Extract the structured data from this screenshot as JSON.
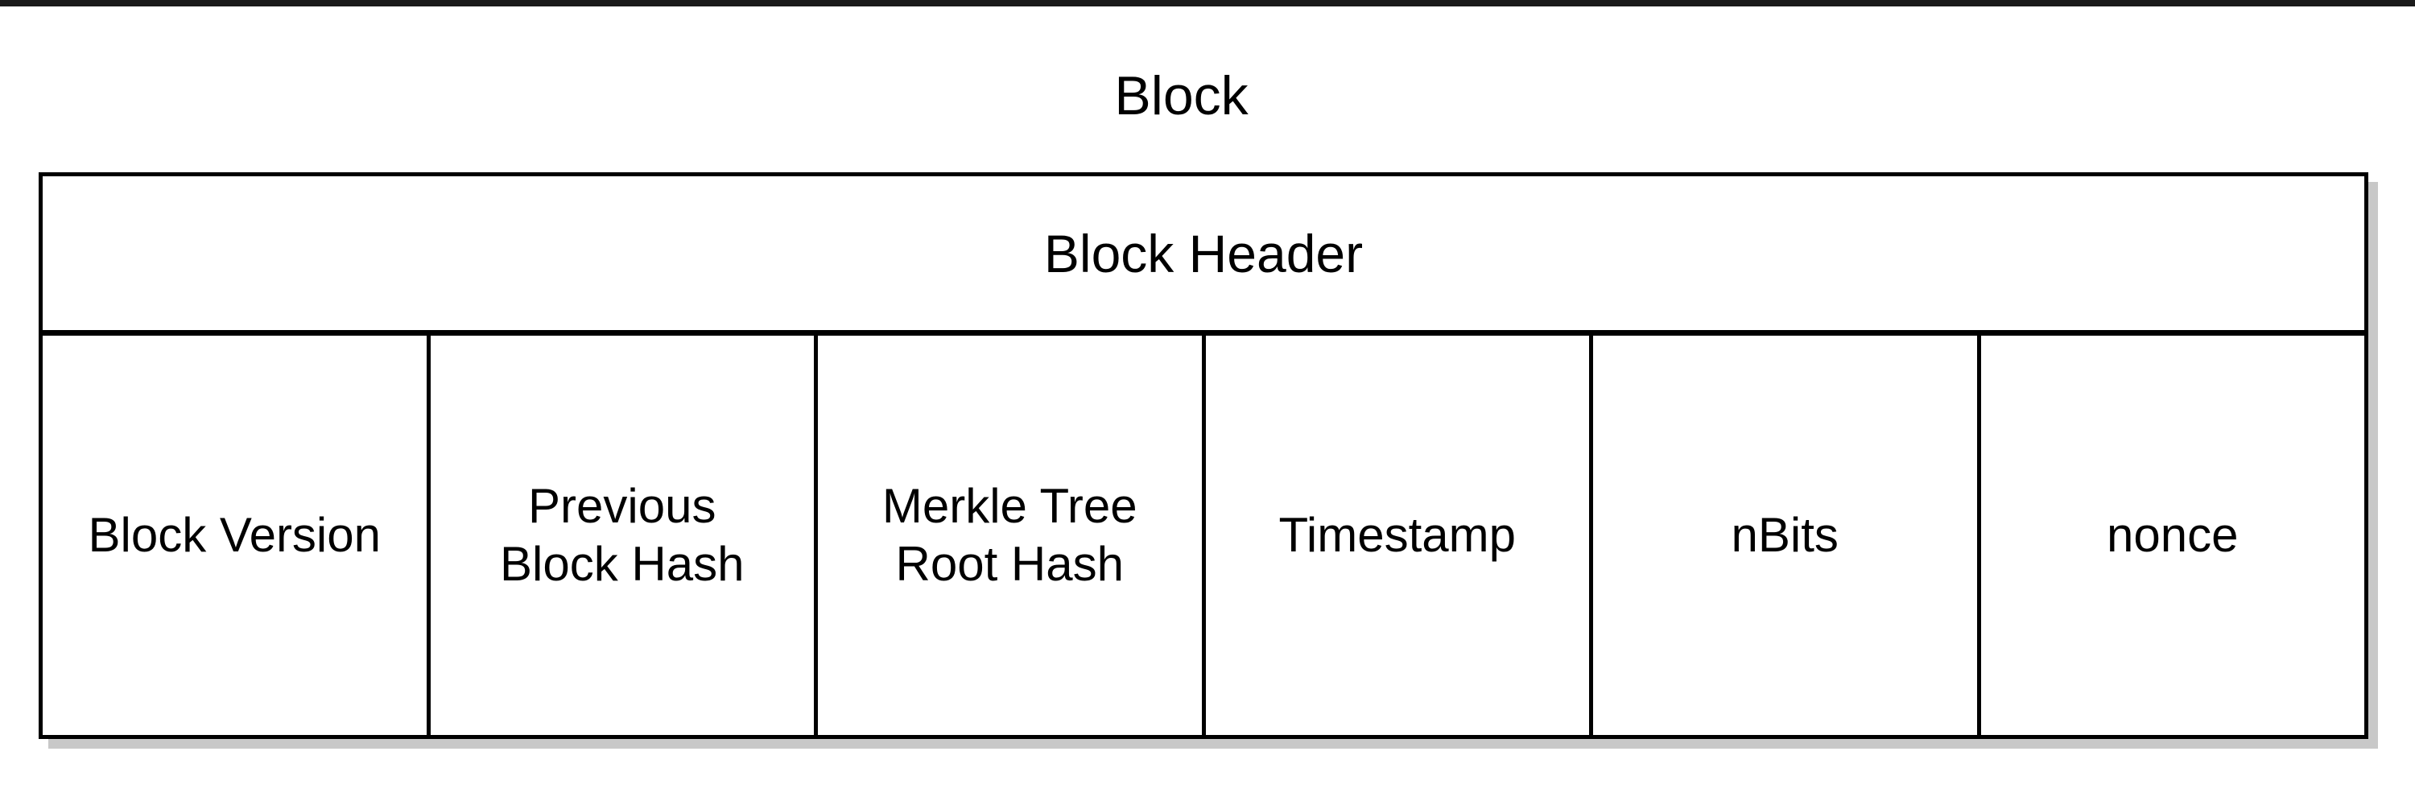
{
  "diagram": {
    "title": "Block",
    "header": {
      "label": "Block Header"
    },
    "fields": [
      {
        "label": "Block Version"
      },
      {
        "label": "Previous\nBlock Hash"
      },
      {
        "label": "Merkle Tree\nRoot Hash"
      },
      {
        "label": "Timestamp"
      },
      {
        "label": "nBits"
      },
      {
        "label": "nonce"
      }
    ]
  }
}
